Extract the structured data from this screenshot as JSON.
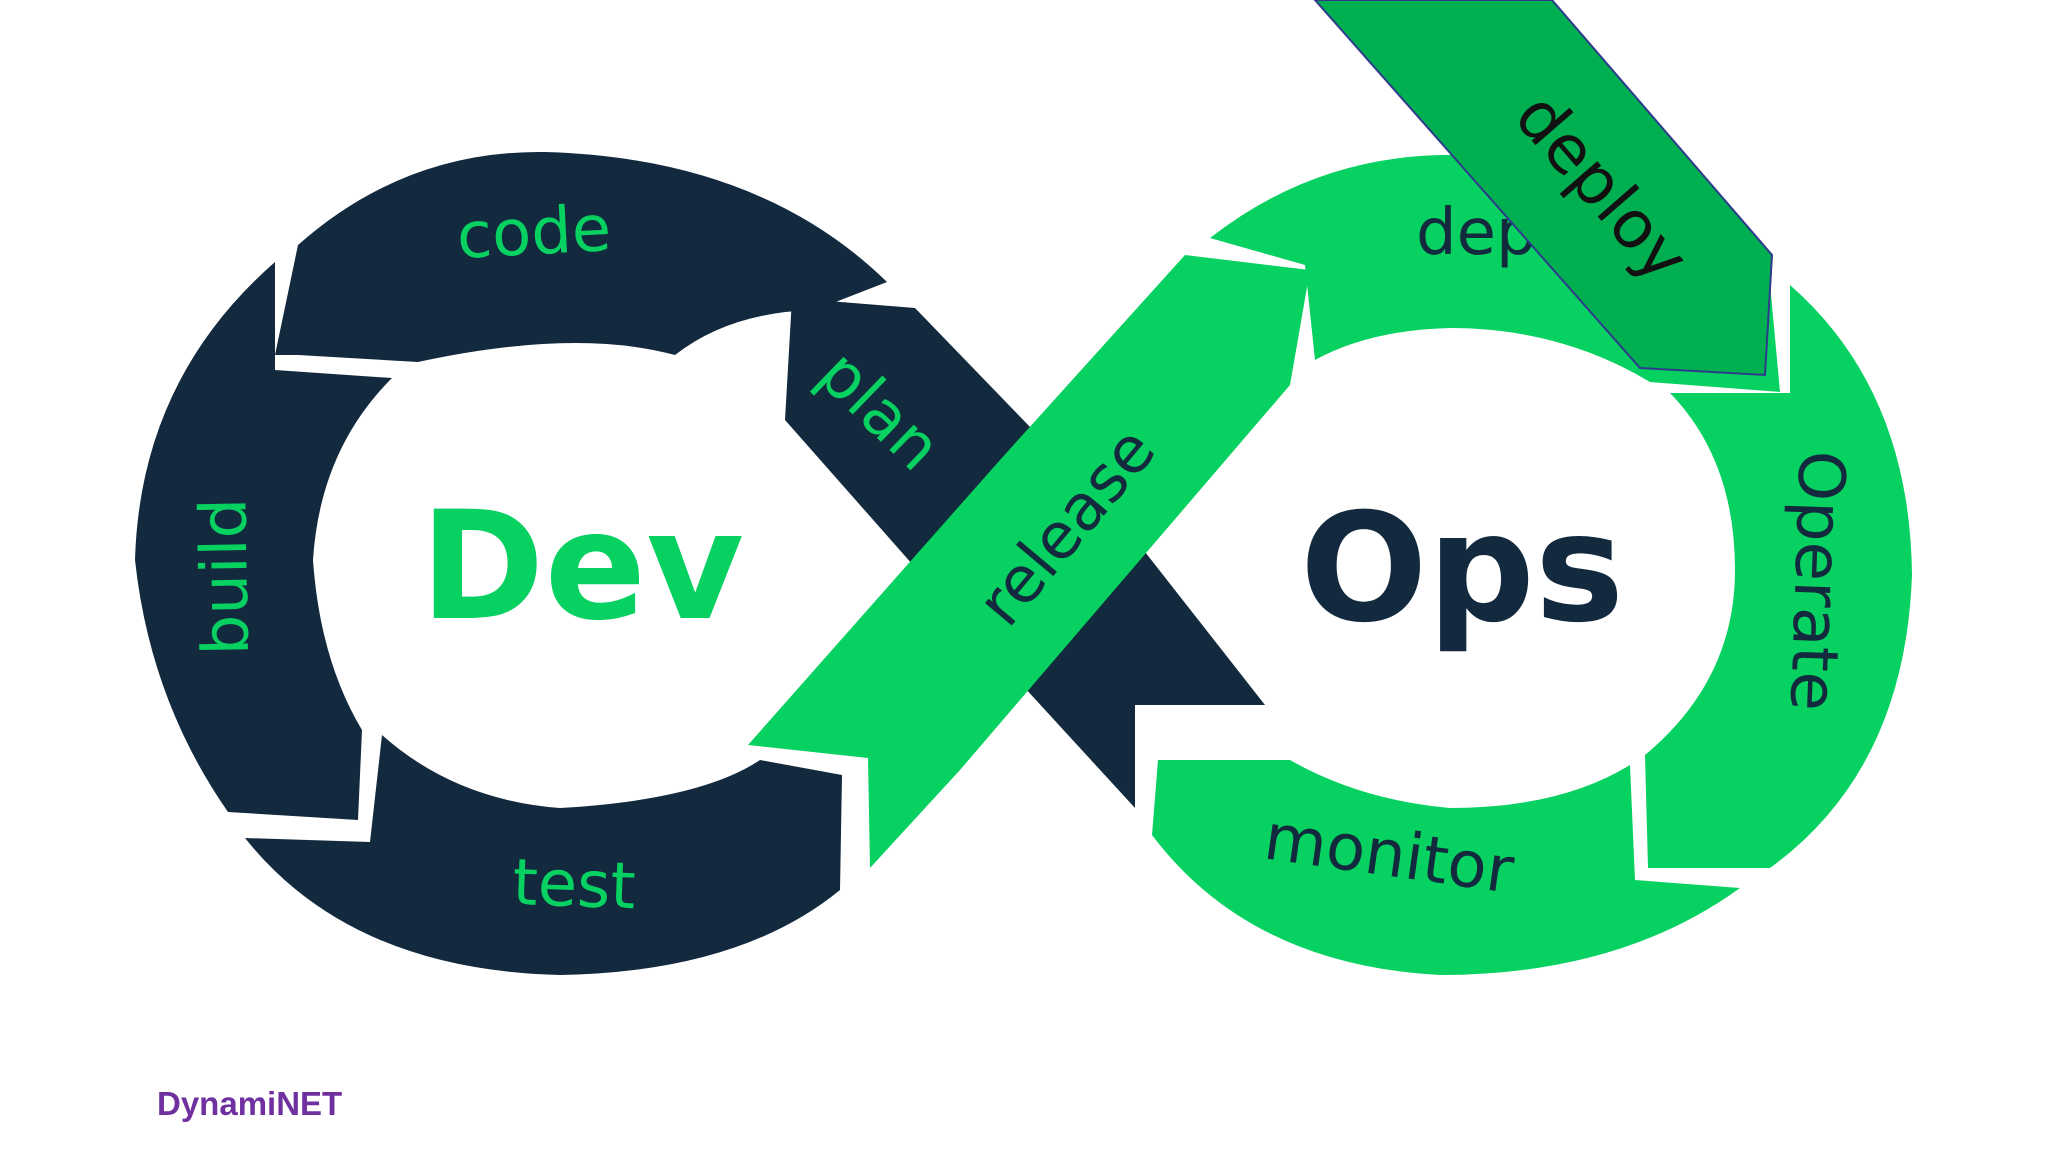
{
  "diagram": {
    "dev_word": "Dev",
    "ops_word": "Ops",
    "stages": {
      "code": "code",
      "plan": "plan",
      "build": "build",
      "test": "test",
      "release": "release",
      "deploy_partial": "dep",
      "operate": "Operate",
      "monitor": "monitor"
    },
    "overlay_banner": "deploy"
  },
  "footer": {
    "brand": "DynamiNET"
  },
  "colors": {
    "navy": "#132a3e",
    "green": "#07d160",
    "banner_green": "#00b050",
    "brand_purple": "#7030a0"
  }
}
